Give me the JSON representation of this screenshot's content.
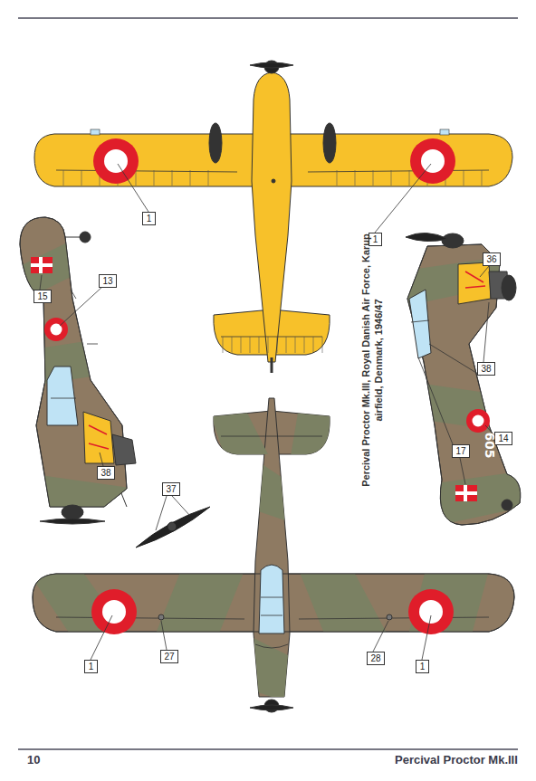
{
  "diagram": {
    "caption": "Percival Proctor Mk.III, Royal Danish Air Force, Karup airfield, Denmark, 1946/47",
    "nodes": [
      {
        "text": [
          "1"
        ]
      },
      {
        "text": [
          "1"
        ]
      },
      {
        "text": [
          "36"
        ]
      },
      {
        "text": [
          "13"
        ]
      },
      {
        "text": [
          "15"
        ]
      },
      {
        "text": [
          "38"
        ]
      },
      {
        "text": [
          "14"
        ]
      },
      {
        "text": [
          "17"
        ]
      },
      {
        "text": [
          "38"
        ]
      },
      {
        "text": [
          "37"
        ]
      },
      {
        "text": [
          "27"
        ]
      },
      {
        "text": [
          "28"
        ]
      },
      {
        "text": [
          "1"
        ]
      },
      {
        "text": [
          "1"
        ]
      }
    ],
    "labels": [
      "605",
      "605",
      "10",
      "Percival Proctor Mk.III"
    ]
  }
}
